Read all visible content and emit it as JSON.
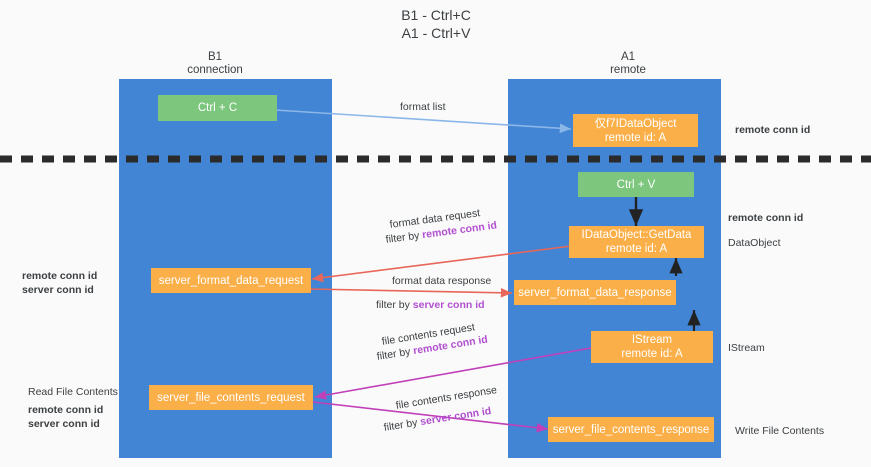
{
  "diagram": {
    "title_line1": "B1 - Ctrl+C",
    "title_line2": "A1 - Ctrl+V",
    "columns": [
      {
        "name": "B1",
        "sub": "connection"
      },
      {
        "name": "A1",
        "sub": "remote"
      }
    ],
    "colors": {
      "lane": "#4285d4",
      "node_orange": "#fbaf49",
      "node_green": "#7dc67d",
      "accent_purple": "#b24fd0",
      "accent_green": "#6aa84f",
      "arrow_blue": "#8bb7e8",
      "arrow_red": "#e8665a",
      "arrow_magenta": "#c13fb8",
      "arrow_black": "#222222",
      "text": "#3c4043",
      "background": "#fafafa"
    },
    "nodes": {
      "ctrl_c": {
        "line1": "Ctrl + C",
        "line2": ""
      },
      "idataobject_remote": {
        "line1": "仅f7IDataObject",
        "line2": "remote id: A"
      },
      "ctrl_v": {
        "line1": "Ctrl + V",
        "line2": ""
      },
      "getdata": {
        "line1": "IDataObject::GetData",
        "line2": "remote id: A"
      },
      "server_format_data_request": {
        "line1": "server_format_data_request",
        "line2": ""
      },
      "server_format_data_response": {
        "line1": "server_format_data_response",
        "line2": ""
      },
      "istream": {
        "line1": "IStream",
        "line2": "remote id: A"
      },
      "server_file_contents_request": {
        "line1": "server_file_contents_request",
        "line2": ""
      },
      "server_file_contents_response": {
        "line1": "server_file_contents_response",
        "line2": ""
      }
    },
    "edge_labels": {
      "format_list": "format list",
      "format_data_request": "format data request",
      "format_data_request_filter_prefix": "filter by ",
      "format_data_request_filter_key": "remote conn id",
      "format_data_response": "format data response",
      "format_data_response_filter_prefix": "filter by ",
      "format_data_response_filter_key": "server conn id",
      "file_contents_request": "file contents request",
      "file_contents_request_filter_prefix": "filter by ",
      "file_contents_request_filter_key": "remote conn id",
      "file_contents_response": "file contents response",
      "file_contents_response_filter_prefix": "filter by ",
      "file_contents_response_filter_key": "server conn id"
    },
    "annotations": {
      "right_remote_conn_id_top": "remote conn id",
      "right_remote_conn_id_mid": "remote conn id",
      "right_dataobject": "DataObject",
      "right_istream": "IStream",
      "right_write_file_contents": "Write File Contents",
      "left_remote_conn_id": "remote conn id",
      "left_server_conn_id": "server conn id",
      "left_read_file_contents": "Read File Contents",
      "left_bottom_remote_conn_id": "remote conn id",
      "left_bottom_server_conn_id": "server conn id"
    }
  }
}
